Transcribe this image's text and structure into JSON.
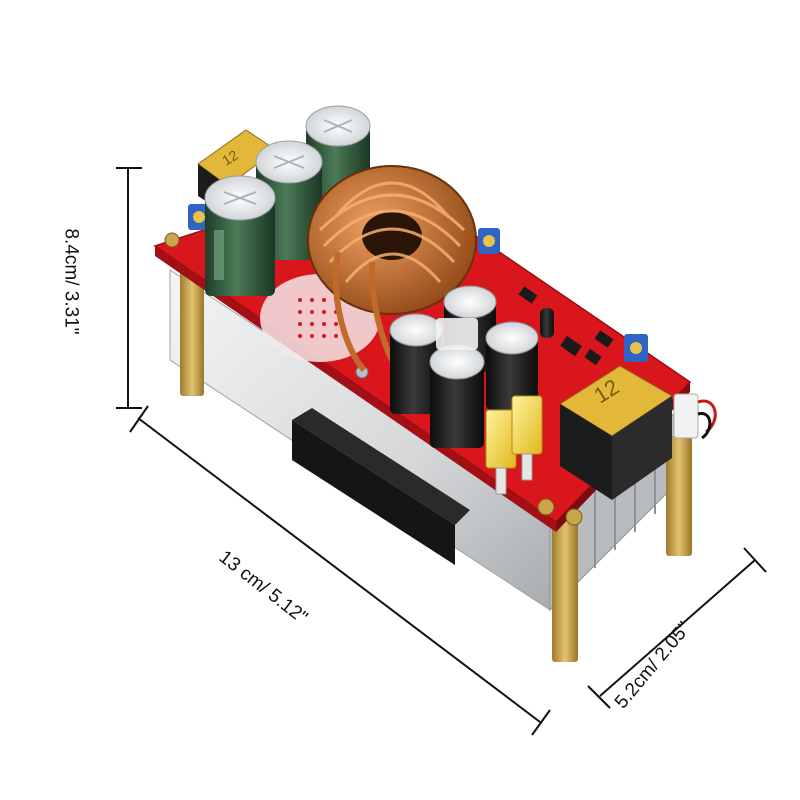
{
  "image": {
    "subject": "dc-dc boost converter module",
    "background_color": "#ffffff"
  },
  "dimensions": {
    "height_label": "8.4cm/ 3.31\"",
    "length_label": "13 cm/ 5.12\"",
    "width_label": "5.2cm/ 2.05\""
  },
  "components": {
    "fuse_markings": [
      "12",
      "12"
    ]
  },
  "colors": {
    "pcb_red": "#d8161c",
    "heatsink": "#d9dbdc",
    "copper": "#c06a2b",
    "capacitor_green": "#2f5a3a",
    "capacitor_black": "#1c1c1c",
    "fuse_yellow": "#f2d23a",
    "standoff_brass": "#c9a44a",
    "dimension_line": "#111111"
  }
}
